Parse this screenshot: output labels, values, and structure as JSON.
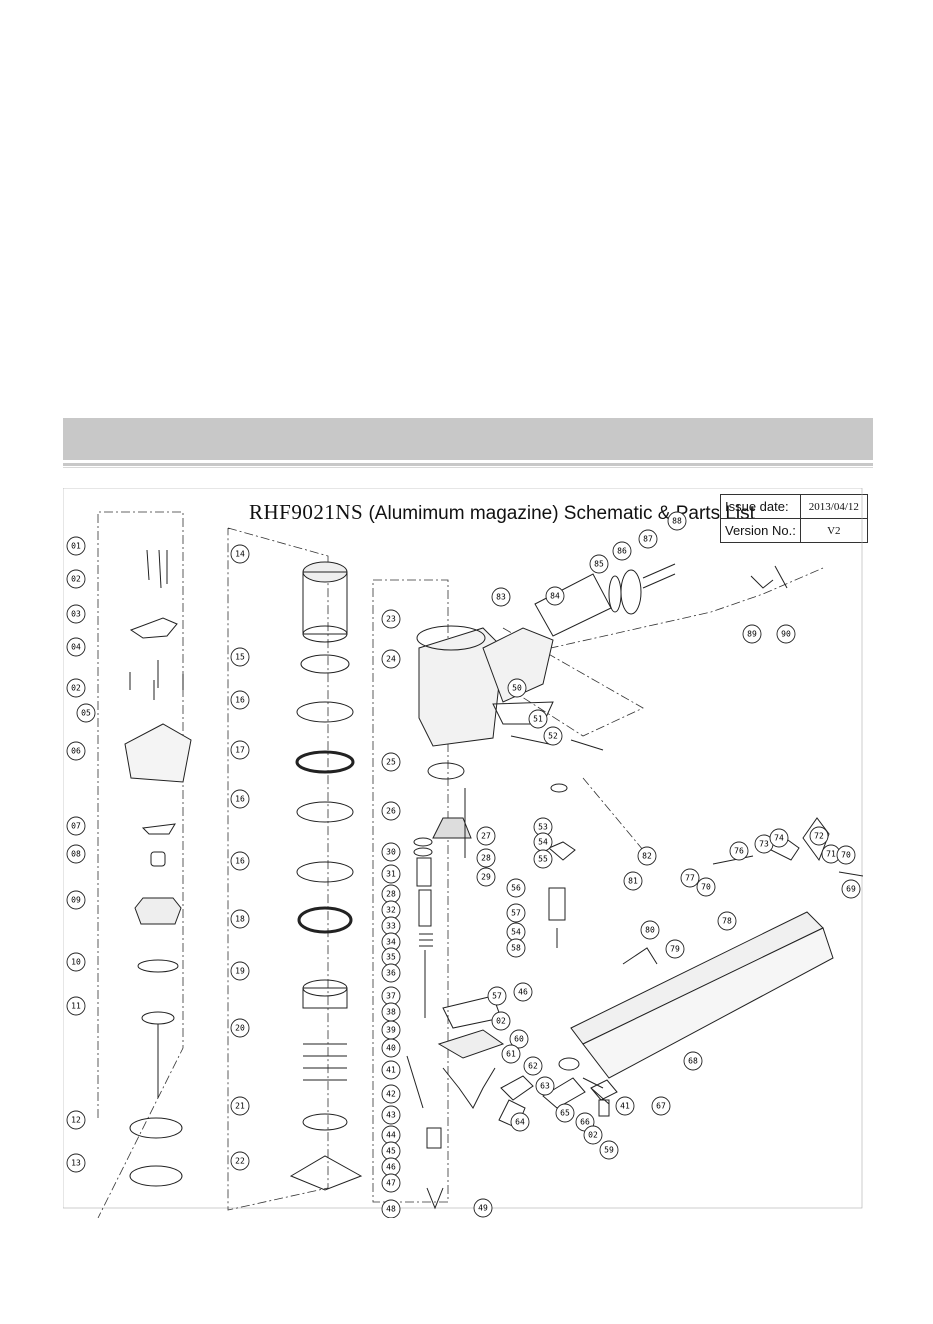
{
  "title": {
    "model": "RHF9021NS",
    "rest": "(Alumimum magazine) Schematic & Parts List"
  },
  "issue_table": {
    "issue_label": "Issue date:",
    "issue_value": "2013/04/12",
    "version_label": "Version No.:",
    "version_value": "V2"
  },
  "callouts": [
    {
      "id": "c01",
      "text": "01"
    },
    {
      "id": "c02a",
      "text": "02"
    },
    {
      "id": "c03",
      "text": "03"
    },
    {
      "id": "c04",
      "text": "04"
    },
    {
      "id": "c02b",
      "text": "02"
    },
    {
      "id": "c05",
      "text": "05"
    },
    {
      "id": "c06",
      "text": "06"
    },
    {
      "id": "c07",
      "text": "07"
    },
    {
      "id": "c08",
      "text": "08"
    },
    {
      "id": "c09",
      "text": "09"
    },
    {
      "id": "c10",
      "text": "10"
    },
    {
      "id": "c11",
      "text": "11"
    },
    {
      "id": "c12",
      "text": "12"
    },
    {
      "id": "c13",
      "text": "13"
    },
    {
      "id": "c14",
      "text": "14"
    },
    {
      "id": "c15",
      "text": "15"
    },
    {
      "id": "c16",
      "text": "16"
    },
    {
      "id": "c17",
      "text": "17"
    },
    {
      "id": "c16b",
      "text": "16"
    },
    {
      "id": "c16c",
      "text": "16"
    },
    {
      "id": "c18",
      "text": "18"
    },
    {
      "id": "c19",
      "text": "19"
    },
    {
      "id": "c20",
      "text": "20"
    },
    {
      "id": "c21",
      "text": "21"
    },
    {
      "id": "c22",
      "text": "22"
    },
    {
      "id": "c23",
      "text": "23"
    },
    {
      "id": "c24",
      "text": "24"
    },
    {
      "id": "c25",
      "text": "25"
    },
    {
      "id": "c26",
      "text": "26"
    },
    {
      "id": "c27",
      "text": "27"
    },
    {
      "id": "c28",
      "text": "28"
    },
    {
      "id": "c29",
      "text": "29"
    },
    {
      "id": "c30",
      "text": "30"
    },
    {
      "id": "c31",
      "text": "31"
    },
    {
      "id": "c28b",
      "text": "28"
    },
    {
      "id": "c32",
      "text": "32"
    },
    {
      "id": "c33",
      "text": "33"
    },
    {
      "id": "c34",
      "text": "34"
    },
    {
      "id": "c35",
      "text": "35"
    },
    {
      "id": "c36",
      "text": "36"
    },
    {
      "id": "c37",
      "text": "37"
    },
    {
      "id": "c38",
      "text": "38"
    },
    {
      "id": "c39",
      "text": "39"
    },
    {
      "id": "c40",
      "text": "40"
    },
    {
      "id": "c41",
      "text": "41"
    },
    {
      "id": "c42",
      "text": "42"
    },
    {
      "id": "c43",
      "text": "43"
    },
    {
      "id": "c44",
      "text": "44"
    },
    {
      "id": "c45",
      "text": "45"
    },
    {
      "id": "c46",
      "text": "46"
    },
    {
      "id": "c47",
      "text": "47"
    },
    {
      "id": "c48",
      "text": "48"
    },
    {
      "id": "c49",
      "text": "49"
    },
    {
      "id": "c50",
      "text": "50"
    },
    {
      "id": "c51",
      "text": "51"
    },
    {
      "id": "c52",
      "text": "52"
    },
    {
      "id": "c53",
      "text": "53"
    },
    {
      "id": "c54",
      "text": "54"
    },
    {
      "id": "c55",
      "text": "55"
    },
    {
      "id": "c56",
      "text": "56"
    },
    {
      "id": "c57",
      "text": "57"
    },
    {
      "id": "c54b",
      "text": "54"
    },
    {
      "id": "c58",
      "text": "58"
    },
    {
      "id": "c81",
      "text": "81"
    },
    {
      "id": "c82",
      "text": "82"
    },
    {
      "id": "c83",
      "text": "83"
    },
    {
      "id": "c84",
      "text": "84"
    },
    {
      "id": "c85",
      "text": "85"
    },
    {
      "id": "c86",
      "text": "86"
    },
    {
      "id": "c87",
      "text": "87"
    },
    {
      "id": "c88",
      "text": "88"
    },
    {
      "id": "c89",
      "text": "89"
    },
    {
      "id": "c90",
      "text": "90"
    },
    {
      "id": "c72",
      "text": "72"
    },
    {
      "id": "c71",
      "text": "71"
    },
    {
      "id": "c73",
      "text": "73"
    },
    {
      "id": "c74",
      "text": "74"
    },
    {
      "id": "c76",
      "text": "76"
    },
    {
      "id": "c77",
      "text": "77"
    },
    {
      "id": "c70",
      "text": "70"
    },
    {
      "id": "c70b",
      "text": "70"
    },
    {
      "id": "c69",
      "text": "69"
    },
    {
      "id": "c78",
      "text": "78"
    },
    {
      "id": "c80",
      "text": "80"
    },
    {
      "id": "c79",
      "text": "79"
    },
    {
      "id": "c68",
      "text": "68"
    },
    {
      "id": "c67",
      "text": "67"
    },
    {
      "id": "c57b",
      "text": "57"
    },
    {
      "id": "c02c",
      "text": "02"
    },
    {
      "id": "c46b",
      "text": "46"
    },
    {
      "id": "c60",
      "text": "60"
    },
    {
      "id": "c61",
      "text": "61"
    },
    {
      "id": "c62",
      "text": "62"
    },
    {
      "id": "c63",
      "text": "63"
    },
    {
      "id": "c64",
      "text": "64"
    },
    {
      "id": "c65",
      "text": "65"
    },
    {
      "id": "c66",
      "text": "66"
    },
    {
      "id": "c02d",
      "text": "02"
    },
    {
      "id": "c59",
      "text": "59"
    },
    {
      "id": "c41b",
      "text": "41"
    }
  ]
}
